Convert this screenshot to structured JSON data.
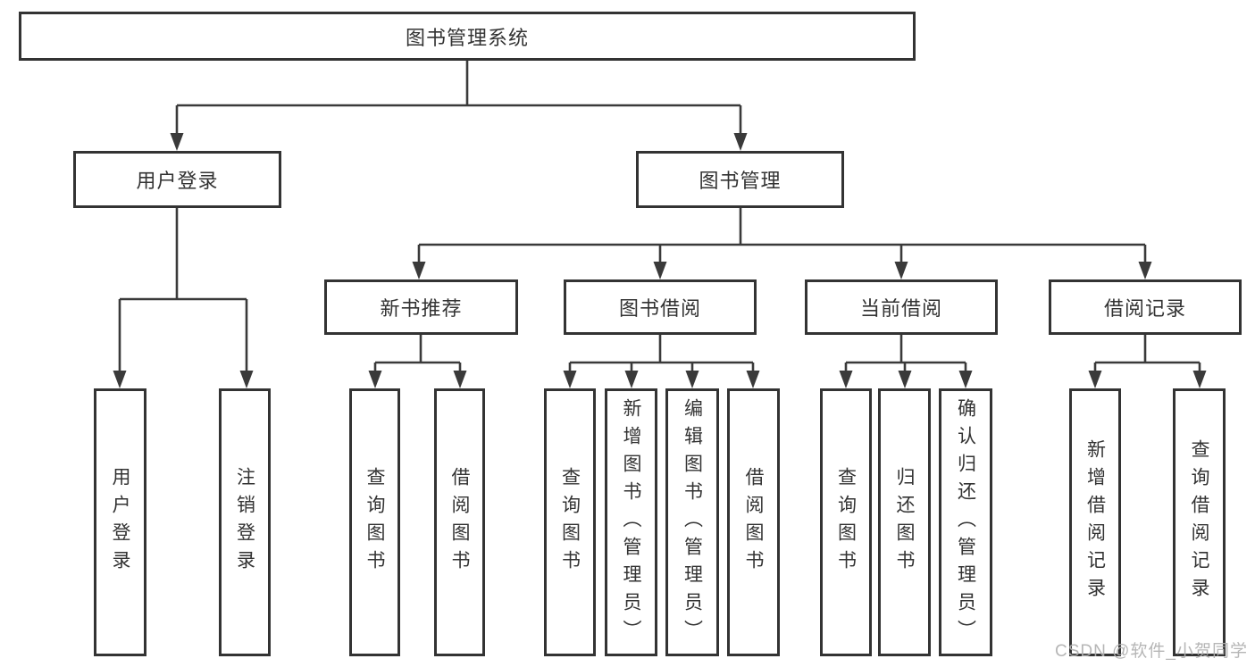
{
  "tree": {
    "label": "图书管理系统",
    "children": [
      {
        "label": "用户登录",
        "children": [
          {
            "label": "用户登录"
          },
          {
            "label": "注销登录"
          }
        ]
      },
      {
        "label": "图书管理",
        "children": [
          {
            "label": "新书推荐",
            "children": [
              {
                "label": "查询图书"
              },
              {
                "label": "借阅图书"
              }
            ]
          },
          {
            "label": "图书借阅",
            "children": [
              {
                "label": "查询图书"
              },
              {
                "label": "新增图书（管理员）"
              },
              {
                "label": "编辑图书（管理员）"
              },
              {
                "label": "借阅图书"
              }
            ]
          },
          {
            "label": "当前借阅",
            "children": [
              {
                "label": "查询图书"
              },
              {
                "label": "归还图书"
              },
              {
                "label": "确认归还（管理员）"
              }
            ]
          },
          {
            "label": "借阅记录",
            "children": [
              {
                "label": "新增借阅记录"
              },
              {
                "label": "查询借阅记录"
              }
            ]
          }
        ]
      }
    ]
  },
  "colors": {
    "line": "#3a3a3a",
    "border": "#333333",
    "text": "#333333",
    "watermark": "#b0b0b0"
  },
  "watermark": {
    "text": "CSDN @软件_小贺同学"
  }
}
